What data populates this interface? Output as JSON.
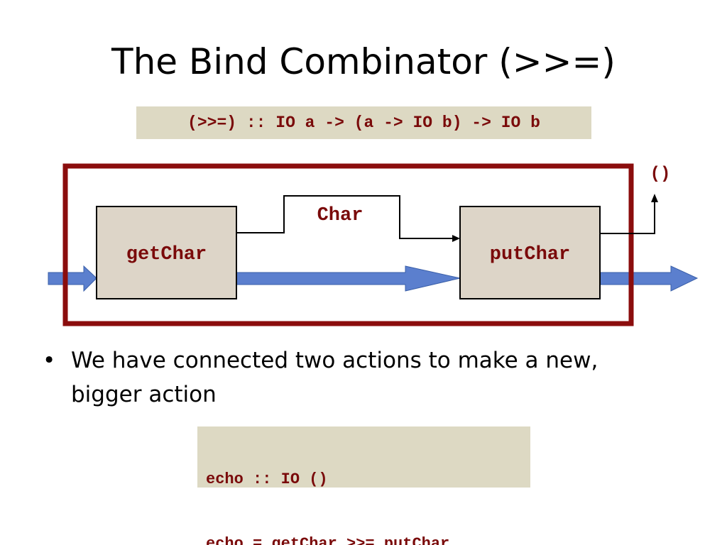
{
  "slide": {
    "title": "The Bind Combinator (>>=)",
    "type_signature": "(>>=) :: IO a -> (a -> IO b) -> IO b"
  },
  "diagram": {
    "left_action": "getChar",
    "right_action": "putChar",
    "intermediate_type": "Char",
    "result_type": "()",
    "colors": {
      "frame": "#8b0d0d",
      "box_fill": "#ddd5c8",
      "arrow_fill": "#5b7fce",
      "code_text": "#7a0a0a",
      "code_bg": "#ddd9c3"
    }
  },
  "bullet": {
    "marker": "•",
    "text": "We have connected two actions to make a new, bigger action"
  },
  "code": {
    "lines": [
      "echo :: IO ()",
      "echo = getChar >>= putChar"
    ]
  }
}
